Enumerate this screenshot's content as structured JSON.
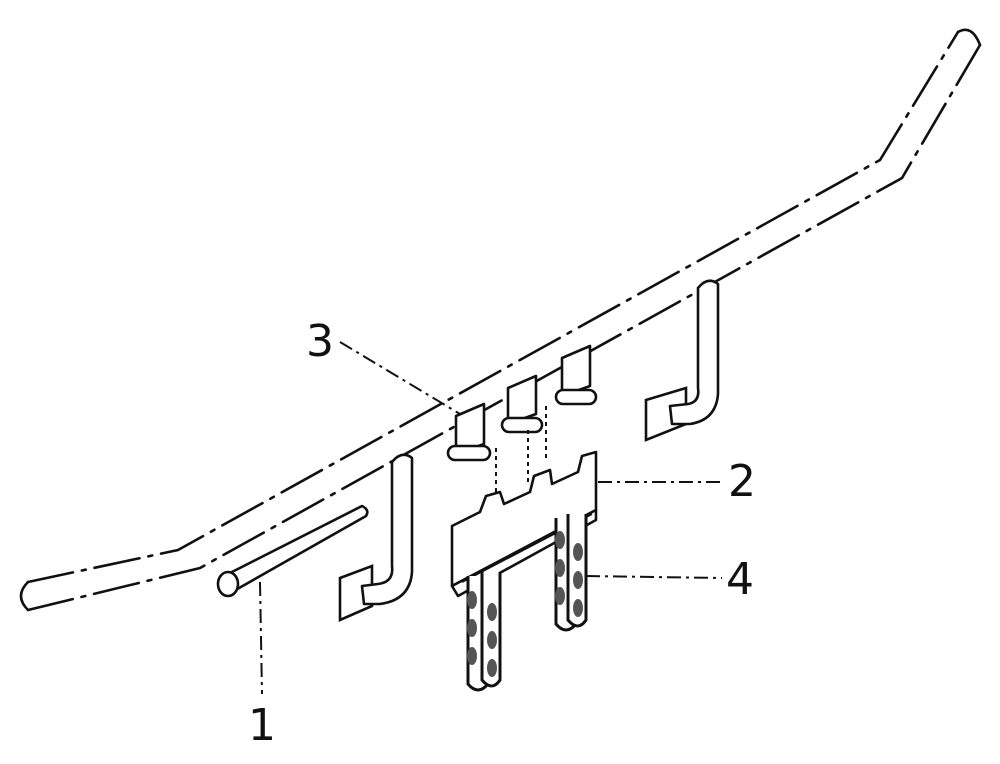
{
  "labels": {
    "label_1": "1",
    "label_2": "2",
    "label_3": "3",
    "label_4": "4"
  },
  "colors": {
    "line": "#111111",
    "background": "#ffffff"
  }
}
